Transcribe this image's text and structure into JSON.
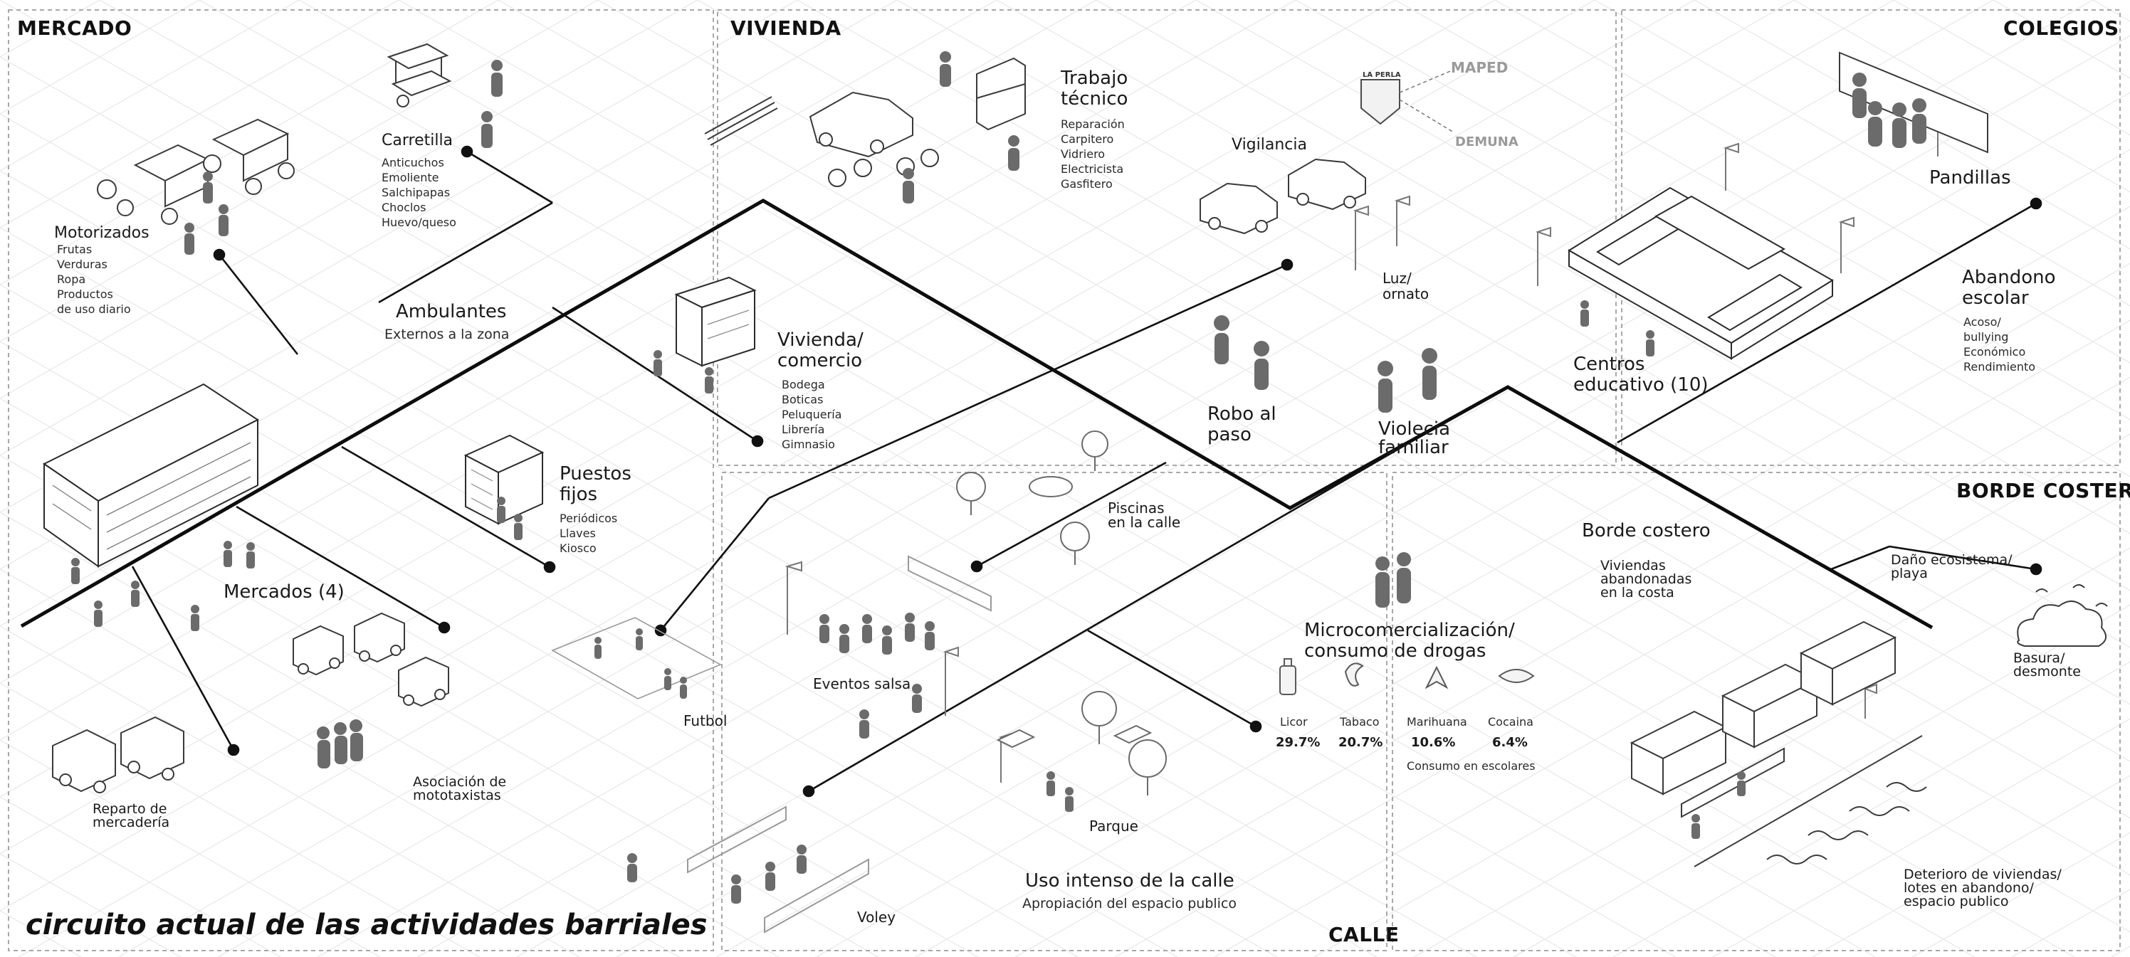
{
  "sections": {
    "mercado": "MERCADO",
    "vivienda": "VIVIENDA",
    "colegios": "COLEGIOS",
    "borde_costero": "BORDE COSTERO",
    "calle": "CALLE"
  },
  "caption": "circuito actual de las actividades barriales",
  "mercado": {
    "carretilla": {
      "title": "Carretilla",
      "items": "Anticuchos\nEmoliente\nSalchipapas\nChoclos\nHuevo/queso"
    },
    "motorizados": {
      "title": "Motorizados",
      "items": "Frutas\nVerduras\nRopa\nProductos\nde uso diario"
    },
    "ambulantes": {
      "title": "Ambulantes",
      "subtitle": "Externos a la zona"
    },
    "puestos_fijos": {
      "title": "Puestos\nfijos",
      "items": "Periódicos\nLlaves\nKiosco"
    },
    "mercados": "Mercados (4)",
    "reparto": "Reparto de\nmercadería",
    "mototaxistas": "Asociación de\nmototaxistas"
  },
  "vivienda": {
    "trabajo_tecnico": {
      "title": "Trabajo\ntécnico",
      "items": "Reparación\nCarpitero\nVidriero\nElectricista\nGasfitero"
    },
    "vigilancia": "Vigilancia",
    "comercio": {
      "title": "Vivienda/\ncomercio",
      "items": "Bodega\nBoticas\nPeluquería\nLibrería\nGimnasio"
    },
    "luz_ornato": "Luz/\nornato",
    "robo": "Robo al\npaso",
    "violencia": "Violecia\nfamiliar",
    "logos": {
      "seal": "LA PERLA",
      "maped": "MAPED",
      "demuna": "DEMUNA"
    }
  },
  "colegios": {
    "pandillas": "Pandillas",
    "abandono": {
      "title": "Abandono\nescolar",
      "items": "Acoso/\nbullying\nEconómico\nRendimiento"
    },
    "centros": "Centros\neducativo (10)"
  },
  "borde": {
    "title": "Borde costero",
    "viviendas": "Viviendas\nabandonadas\nen la costa",
    "dano": "Daño ecosistema/\nplaya",
    "basura": "Basura/\ndesmonte",
    "deterioro": "Deterioro de viviendas/\nlotes en abandono/\nespacio publico"
  },
  "calle": {
    "piscinas": "Piscinas\nen la calle",
    "futbol": "Futbol",
    "eventos": "Eventos salsa",
    "parque": "Parque",
    "voley": "Voley",
    "uso": {
      "title": "Uso intenso de la calle",
      "subtitle": "Apropiación del espacio publico"
    },
    "drogas": {
      "title": "Microcomercialización/\nconsumo de drogas",
      "note": "Consumo en escolares",
      "substances": [
        {
          "name": "Licor",
          "value": "29.7%"
        },
        {
          "name": "Tabaco",
          "value": "20.7%"
        },
        {
          "name": "Marihuana",
          "value": "10.6%"
        },
        {
          "name": "Cocaina",
          "value": "6.4%"
        }
      ]
    }
  }
}
